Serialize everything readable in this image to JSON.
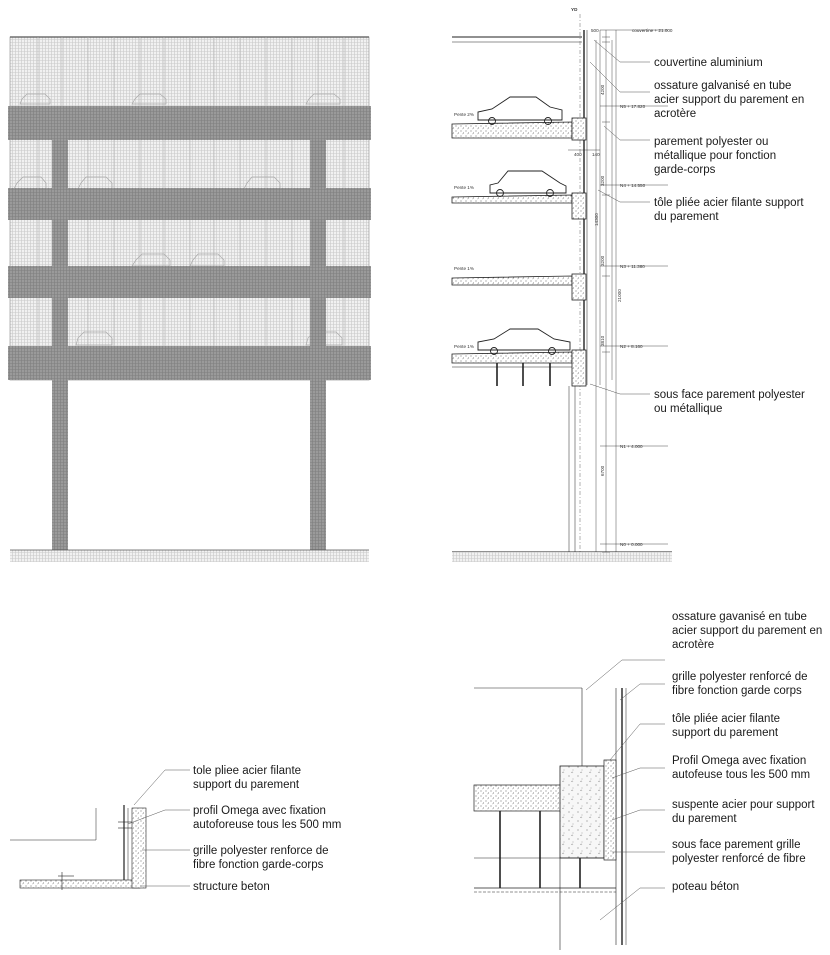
{
  "section": {
    "axis": "YD",
    "levels": [
      "couvertine + 21.000",
      "N5 + 17.820",
      "N4 + 14.550",
      "N3 + 11.380",
      "N2 + 8.160",
      "N1 + 4.000",
      "N0 + 0.000"
    ],
    "slopes": [
      "Pente 2%",
      "Pente 1%",
      "Pente 1%",
      "Pente 1%"
    ],
    "dims": {
      "top": "500",
      "d1": "4200",
      "d2": "3200",
      "d3": "3200",
      "d4": "3810",
      "d5": "6700",
      "total": "21000",
      "mid": "14300",
      "w1": "400",
      "w2": "140"
    },
    "callouts": [
      "couvertine aluminium",
      "ossature galvanisé en tube\nacier support du parement en\nacrotère",
      "parement polyester ou\nmétallique pour fonction\ngarde-corps",
      "tôle pliée acier filante support\ndu parement",
      "sous face parement polyester\nou métallique"
    ]
  },
  "detail_left": {
    "callouts": [
      "tole pliee acier filante\nsupport du parement",
      "profil Omega avec fixation\nautoforeuse tous les 500 mm",
      "grille polyester renforce de\nfibre fonction garde-corps",
      "structure beton"
    ]
  },
  "detail_right": {
    "callouts": [
      "ossature gavanisé en tube\nacier support du parement en\nacrotère",
      "grille polyester renforcé de\nfibre fonction garde corps",
      "tôle pliée acier filante\nsupport du parement",
      "Profil Omega avec fixation\nautofeuse tous les 500  mm",
      "suspente acier pour support\ndu parement",
      "sous face parement grille\npolyester renforcé de fibre",
      "poteau béton"
    ]
  }
}
